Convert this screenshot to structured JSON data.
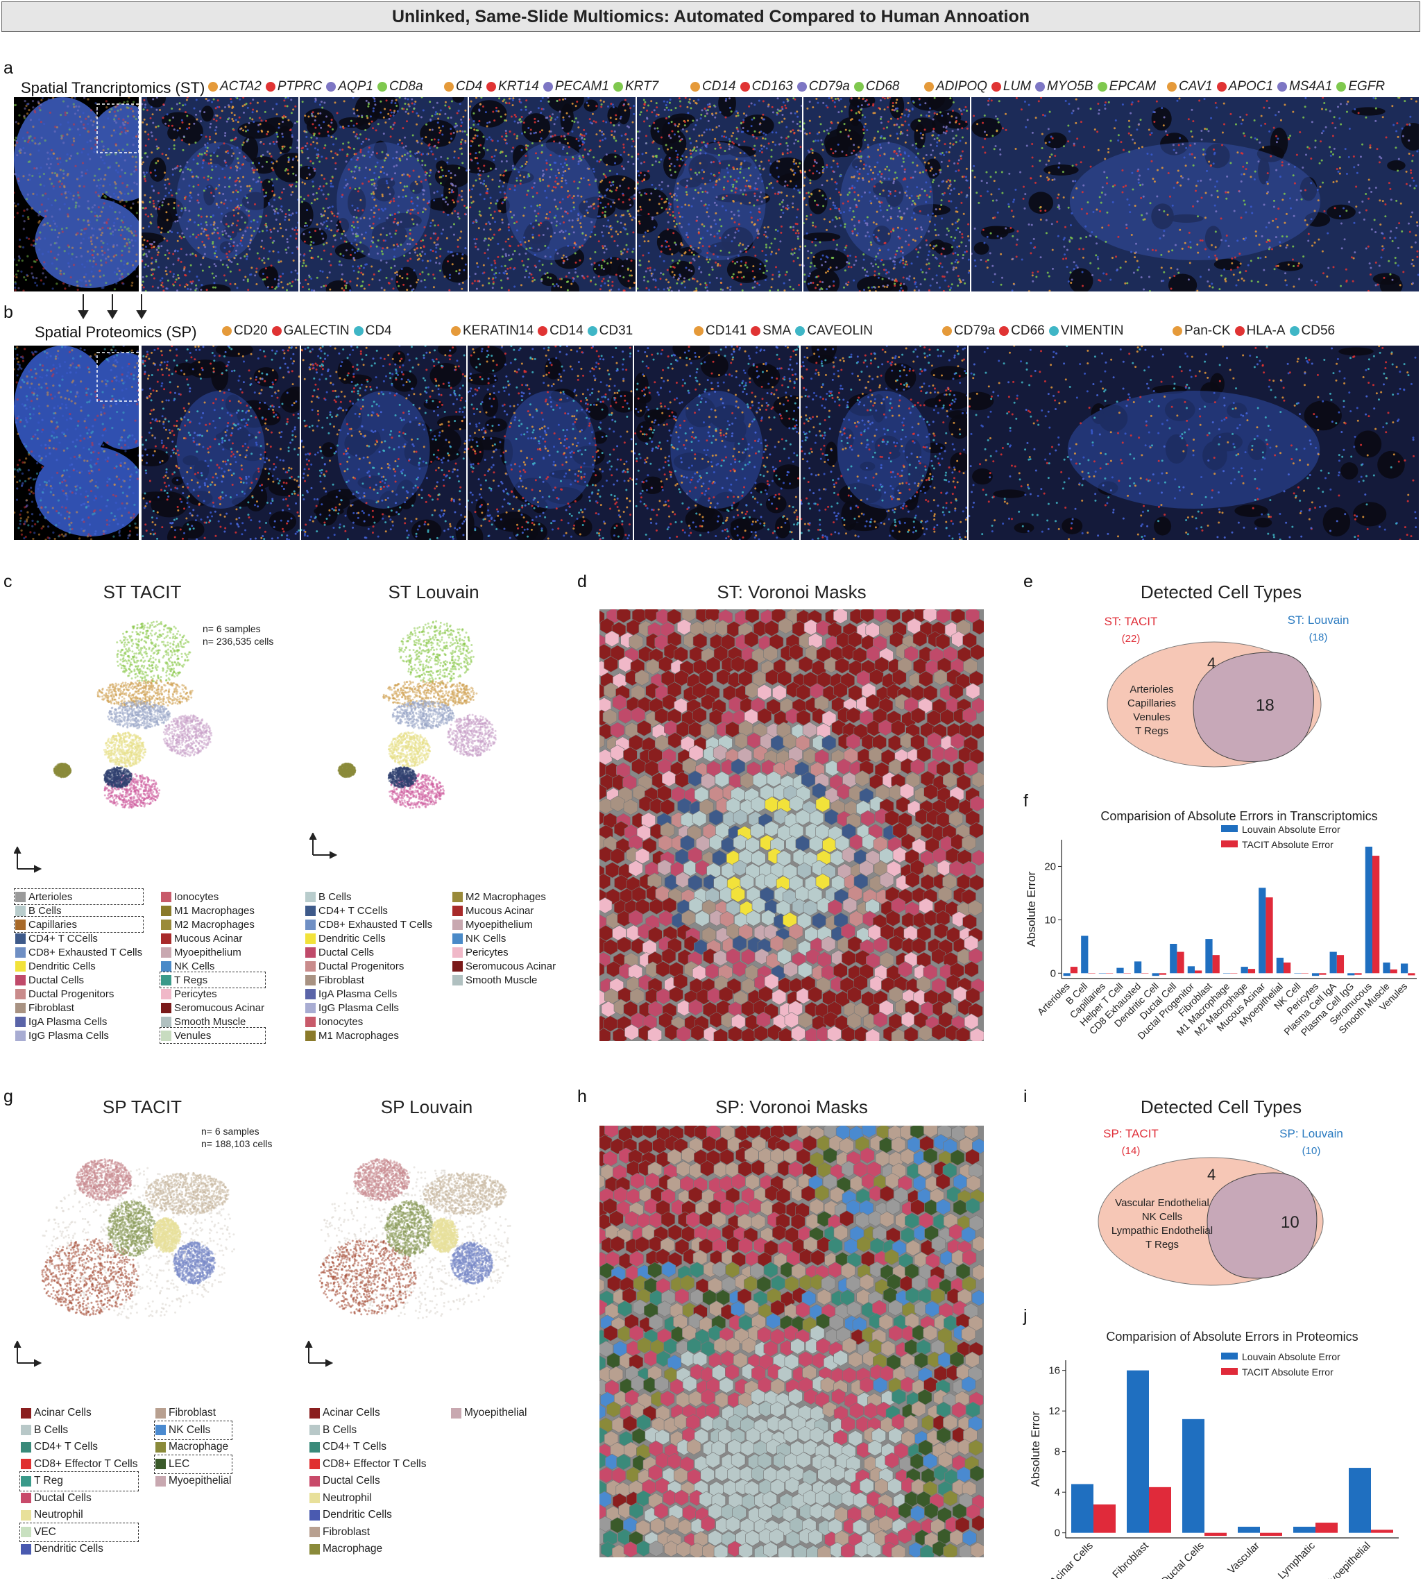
{
  "title": "Unlinked, Same-Slide Multiomics: Automated Compared to Human Annoation",
  "panels": {
    "a": "a",
    "b": "b",
    "c": "c",
    "d": "d",
    "e": "e",
    "f": "f",
    "g": "g",
    "h": "h",
    "i": "i",
    "j": "j"
  },
  "row_a": {
    "label": "Spatial Trancriptomics (ST)",
    "groups": [
      [
        {
          "name": "ACTA2",
          "color": "#e59a3a"
        },
        {
          "name": "PTPRC",
          "color": "#e03333"
        },
        {
          "name": "AQP1",
          "color": "#7d76c4"
        },
        {
          "name": "CD8a",
          "color": "#7fc84e"
        }
      ],
      [
        {
          "name": "CD4",
          "color": "#e59a3a"
        },
        {
          "name": "KRT14",
          "color": "#e03333"
        },
        {
          "name": "PECAM1",
          "color": "#7d76c4"
        },
        {
          "name": "KRT7",
          "color": "#7fc84e"
        }
      ],
      [
        {
          "name": "CD14",
          "color": "#e59a3a"
        },
        {
          "name": "CD163",
          "color": "#e03333"
        },
        {
          "name": "CD79a",
          "color": "#7d76c4"
        },
        {
          "name": "CD68",
          "color": "#7fc84e"
        }
      ],
      [
        {
          "name": "ADIPOQ",
          "color": "#e59a3a"
        },
        {
          "name": "LUM",
          "color": "#e03333"
        },
        {
          "name": "MYO5B",
          "color": "#7d76c4"
        },
        {
          "name": "EPCAM",
          "color": "#7fc84e"
        }
      ],
      [
        {
          "name": "CAV1",
          "color": "#e59a3a"
        },
        {
          "name": "APOC1",
          "color": "#e03333"
        },
        {
          "name": "MS4A1",
          "color": "#7d76c4"
        },
        {
          "name": "EGFR",
          "color": "#7fc84e"
        }
      ]
    ]
  },
  "row_b": {
    "label": "Spatial Proteomics (SP)",
    "groups": [
      [
        {
          "name": "CD20",
          "color": "#e59a3a"
        },
        {
          "name": "GALECTIN",
          "color": "#e03333"
        },
        {
          "name": "CD4",
          "color": "#3fb6c6"
        }
      ],
      [
        {
          "name": "KERATIN14",
          "color": "#e59a3a"
        },
        {
          "name": "CD14",
          "color": "#e03333"
        },
        {
          "name": "CD31",
          "color": "#3fb6c6"
        }
      ],
      [
        {
          "name": "CD141",
          "color": "#e59a3a"
        },
        {
          "name": "SMA",
          "color": "#e03333"
        },
        {
          "name": "CAVEOLIN",
          "color": "#3fb6c6"
        }
      ],
      [
        {
          "name": "CD79a",
          "color": "#e59a3a"
        },
        {
          "name": "CD66",
          "color": "#e03333"
        },
        {
          "name": "VIMENTIN",
          "color": "#3fb6c6"
        }
      ],
      [
        {
          "name": "Pan-CK",
          "color": "#e59a3a"
        },
        {
          "name": "HLA-A",
          "color": "#e03333"
        },
        {
          "name": "CD56",
          "color": "#3fb6c6"
        }
      ]
    ]
  },
  "c": {
    "left_title": "ST TACIT",
    "right_title": "ST Louvain",
    "n_samples": "n= 6 samples",
    "n_cells": "n= 236,535 cells",
    "tacit_legend_col1": [
      {
        "label": "Arterioles",
        "color": "#9a9a9a",
        "dashed": true
      },
      {
        "label": "B Cells",
        "color": "#b8cccc",
        "dashed": false
      },
      {
        "label": "Capillaries",
        "color": "#a86a2a",
        "dashed": true
      },
      {
        "label": "CD4+ T CCells",
        "color": "#3e5a8a",
        "dashed": false
      },
      {
        "label": "CD8+ Exhausted T Cells",
        "color": "#6f8fc4",
        "dashed": false
      },
      {
        "label": "Dendritic Cells",
        "color": "#f2e23a",
        "dashed": false
      },
      {
        "label": "Ductal Cells",
        "color": "#c04a6a",
        "dashed": false
      },
      {
        "label": "Ductal Progenitors",
        "color": "#c98b8b",
        "dashed": false
      },
      {
        "label": "Fibroblast",
        "color": "#a89282",
        "dashed": false
      },
      {
        "label": "IgA Plasma Cells",
        "color": "#5a64a8",
        "dashed": false
      },
      {
        "label": "IgG Plasma Cells",
        "color": "#a8acd2",
        "dashed": false
      }
    ],
    "tacit_legend_col2": [
      {
        "label": "Ionocytes",
        "color": "#c85a6a",
        "dashed": false
      },
      {
        "label": "M1 Macrophages",
        "color": "#8a7a2a",
        "dashed": false
      },
      {
        "label": "M2 Macrophages",
        "color": "#9a8a3a",
        "dashed": false
      },
      {
        "label": "Mucous Acinar",
        "color": "#a82a2a",
        "dashed": false
      },
      {
        "label": "Myoepithelium",
        "color": "#c8a8b0",
        "dashed": false
      },
      {
        "label": "NK Cells",
        "color": "#4a8ac8",
        "dashed": false
      },
      {
        "label": "T Regs",
        "color": "#3a9a8a",
        "dashed": true
      },
      {
        "label": "Pericytes",
        "color": "#f0b8c8",
        "dashed": false
      },
      {
        "label": "Seromucous Acinar",
        "color": "#7a1a1a",
        "dashed": false
      },
      {
        "label": "Smooth Muscle",
        "color": "#b0c0c0",
        "dashed": false
      },
      {
        "label": "Venules",
        "color": "#c8dcc0",
        "dashed": true
      }
    ],
    "louvain_legend_col1": [
      {
        "label": "B Cells",
        "color": "#b8cccc"
      },
      {
        "label": "CD4+ T CCells",
        "color": "#3e5a8a"
      },
      {
        "label": "CD8+ Exhausted T Cells",
        "color": "#6f8fc4"
      },
      {
        "label": "Dendritic Cells",
        "color": "#f2e23a"
      },
      {
        "label": "Ductal Cells",
        "color": "#c04a6a"
      },
      {
        "label": "Ductal Progenitors",
        "color": "#c98b8b"
      },
      {
        "label": "Fibroblast",
        "color": "#a89282"
      },
      {
        "label": "IgA Plasma Cells",
        "color": "#5a64a8"
      },
      {
        "label": "IgG Plasma Cells",
        "color": "#a8acd2"
      },
      {
        "label": "Ionocytes",
        "color": "#c85a6a"
      },
      {
        "label": "M1 Macrophages",
        "color": "#8a7a2a"
      }
    ],
    "louvain_legend_col2": [
      {
        "label": "M2 Macrophages",
        "color": "#9a8a3a"
      },
      {
        "label": "Mucous Acinar",
        "color": "#a82a2a"
      },
      {
        "label": "Myoepithelium",
        "color": "#c8a8b0"
      },
      {
        "label": "NK Cells",
        "color": "#4a8ac8"
      },
      {
        "label": "Pericytes",
        "color": "#f0b8c8"
      },
      {
        "label": "Seromucous Acinar",
        "color": "#7a1a1a"
      },
      {
        "label": "Smooth Muscle",
        "color": "#b0c0c0"
      }
    ]
  },
  "d": {
    "title": "ST: Voronoi Masks"
  },
  "e": {
    "title": "Detected Cell Types",
    "left_label": "ST: TACIT",
    "left_count": "(22)",
    "right_label": "ST: Louvain",
    "right_count": "(18)",
    "only_count": "4",
    "shared_count": "18",
    "only_types": [
      "Arterioles",
      "Capillaries",
      "Venules",
      "T Regs"
    ],
    "left_color": "#e0303a",
    "right_color": "#2a7ac0"
  },
  "f": {
    "title": "Comparision of Absolute Errors in Transcriptomics"
  },
  "g": {
    "left_title": "SP TACIT",
    "right_title": "SP Louvain",
    "n_samples": "n= 6 samples",
    "n_cells": "n= 188,103 cells",
    "tacit_legend_col1": [
      {
        "label": "Acinar Cells",
        "color": "#8a1e1e",
        "dashed": false
      },
      {
        "label": "B Cells",
        "color": "#b8c8c8",
        "dashed": false
      },
      {
        "label": "CD4+ T Cells",
        "color": "#3a8a7a",
        "dashed": false
      },
      {
        "label": "CD8+ Effector T Cells",
        "color": "#e03030",
        "dashed": false
      },
      {
        "label": "T Reg",
        "color": "#3a9a8a",
        "dashed": true
      },
      {
        "label": "Ductal Cells",
        "color": "#c84a6a",
        "dashed": false
      },
      {
        "label": "Neutrophil",
        "color": "#e8e09a",
        "dashed": false
      },
      {
        "label": "VEC",
        "color": "#c8e0c0",
        "dashed": true
      },
      {
        "label": "Dendritic Cells",
        "color": "#4a5ab0",
        "dashed": false
      }
    ],
    "tacit_legend_col2": [
      {
        "label": "Fibroblast",
        "color": "#b8a090",
        "dashed": false
      },
      {
        "label": "NK Cells",
        "color": "#4a8ad0",
        "dashed": true
      },
      {
        "label": "Macrophage",
        "color": "#8a8a3a",
        "dashed": false
      },
      {
        "label": "LEC",
        "color": "#3a5a2a",
        "dashed": true
      },
      {
        "label": "Myoepithelial",
        "color": "#c8a8b0",
        "dashed": false
      }
    ],
    "louvain_legend_col1": [
      {
        "label": "Acinar Cells",
        "color": "#8a1e1e"
      },
      {
        "label": "B Cells",
        "color": "#b8c8c8"
      },
      {
        "label": "CD4+ T Cells",
        "color": "#3a8a7a"
      },
      {
        "label": "CD8+ Effector T Cells",
        "color": "#e03030"
      },
      {
        "label": "Ductal Cells",
        "color": "#c84a6a"
      },
      {
        "label": "Neutrophil",
        "color": "#e8e09a"
      },
      {
        "label": "Dendritic Cells",
        "color": "#4a5ab0"
      },
      {
        "label": "Fibroblast",
        "color": "#b8a090"
      },
      {
        "label": "Macrophage",
        "color": "#8a8a3a"
      }
    ],
    "louvain_legend_col2": [
      {
        "label": "Myoepithelial",
        "color": "#c8a8b0"
      }
    ]
  },
  "h": {
    "title": "SP: Voronoi Masks"
  },
  "i": {
    "title": "Detected Cell Types",
    "left_label": "SP: TACIT",
    "left_count": "(14)",
    "right_label": "SP: Louvain",
    "right_count": "(10)",
    "only_count": "4",
    "shared_count": "10",
    "only_types": [
      "Vascular Endothelial",
      "NK Cells",
      "Lympathic Endothelial",
      "T Regs"
    ],
    "left_color": "#e0303a",
    "right_color": "#2a7ac0"
  },
  "j": {
    "title": "Comparision of Absolute Errors in Proteomics"
  },
  "chart_data": [
    {
      "type": "bar",
      "title": "Comparision of Absolute Errors in Transcriptomics",
      "xlabel": "",
      "ylabel": "Absolute Error",
      "ylim": [
        -1,
        25
      ],
      "yticks": [
        0,
        10,
        20
      ],
      "categories": [
        "Arterioles",
        "B Cell",
        "Capillaries",
        "Helper T Cell",
        "CD8 Exhausted",
        "Dendritic Cell",
        "Ductal Cell",
        "Ductal Progenitor",
        "Fibroblast",
        "M1 Macrophage",
        "M2 Macrophage",
        "Mucous Acinar",
        "Myoepithelial",
        "NK Cell",
        "Pericytes",
        "Plasma Cell IgA",
        "Plasma Cell IgG",
        "Seromucous",
        "Smooth Muscle",
        "Venules"
      ],
      "series": [
        {
          "name": "Louvain Absolute Error",
          "color": "#1f6fc0",
          "values": [
            -0.5,
            7,
            0,
            1,
            2.2,
            -0.5,
            5.5,
            1.3,
            6.4,
            0,
            1.2,
            16,
            2.9,
            0,
            -0.5,
            4,
            -0.4,
            23.7,
            2,
            1.8
          ]
        },
        {
          "name": "TACIT Absolute Error",
          "color": "#e02a3a",
          "values": [
            1.2,
            0,
            0,
            0,
            0,
            -0.3,
            4,
            0.5,
            3.4,
            0,
            0.8,
            14.2,
            2,
            0,
            -0.3,
            3.4,
            -0.3,
            22,
            0.7,
            -0.4
          ]
        }
      ],
      "legend": "top-right"
    },
    {
      "type": "bar",
      "title": "Comparision of Absolute Errors in Proteomics",
      "xlabel": "",
      "ylabel": "Absolute Error",
      "ylim": [
        -0.5,
        17
      ],
      "yticks": [
        0,
        4,
        8,
        12,
        16
      ],
      "categories": [
        "Acinar Cells",
        "Fibroblast",
        "Ductal Cells",
        "Vascular",
        "Lymphatic",
        "Myoepithelial"
      ],
      "series": [
        {
          "name": "Louvain Absolute Error",
          "color": "#1f6fc0",
          "values": [
            4.8,
            16,
            11.2,
            0.6,
            0.6,
            6.4
          ]
        },
        {
          "name": "TACIT Absolute Error",
          "color": "#e02a3a",
          "values": [
            2.8,
            4.5,
            -0.3,
            -0.3,
            1,
            0.3
          ]
        }
      ],
      "legend": "top-right"
    }
  ]
}
